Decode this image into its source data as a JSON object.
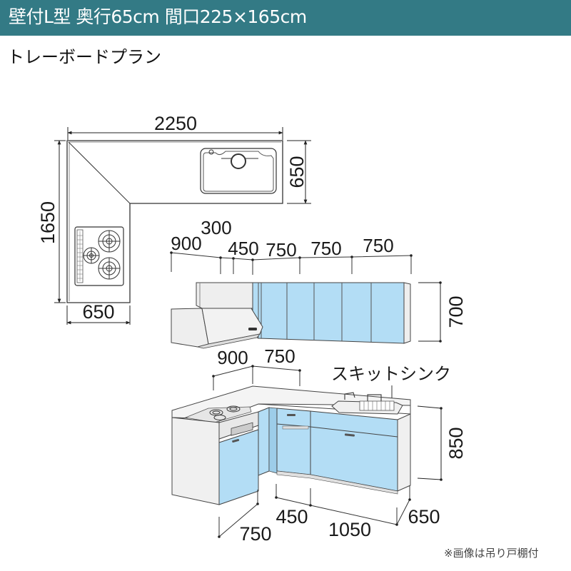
{
  "header": {
    "title": "壁付L型 奥行65cm 間口225×165cm",
    "background_color": "#337a85",
    "text_color": "#ffffff"
  },
  "subtitle": "トレーボードプラン",
  "plan_view": {
    "width_label": "2250",
    "depth_right_label": "650",
    "length_left_label": "1650",
    "depth_bottom_label": "650",
    "icons": [
      "sink-icon",
      "gas-stove-icon"
    ]
  },
  "wall_cabinets": {
    "width_labels": [
      "900",
      "300",
      "450",
      "750",
      "750",
      "750"
    ],
    "height_label": "700",
    "door_color": "#b3ddf5",
    "icons": [
      "range-hood-icon"
    ]
  },
  "base_cabinets": {
    "top_width_labels": [
      "900",
      "750"
    ],
    "sink_label": "スキットシンク",
    "height_label": "850",
    "bottom_labels": [
      "750",
      "450",
      "1050",
      "650"
    ],
    "door_color": "#b3ddf5"
  },
  "note": "※画像は吊り戸棚付"
}
